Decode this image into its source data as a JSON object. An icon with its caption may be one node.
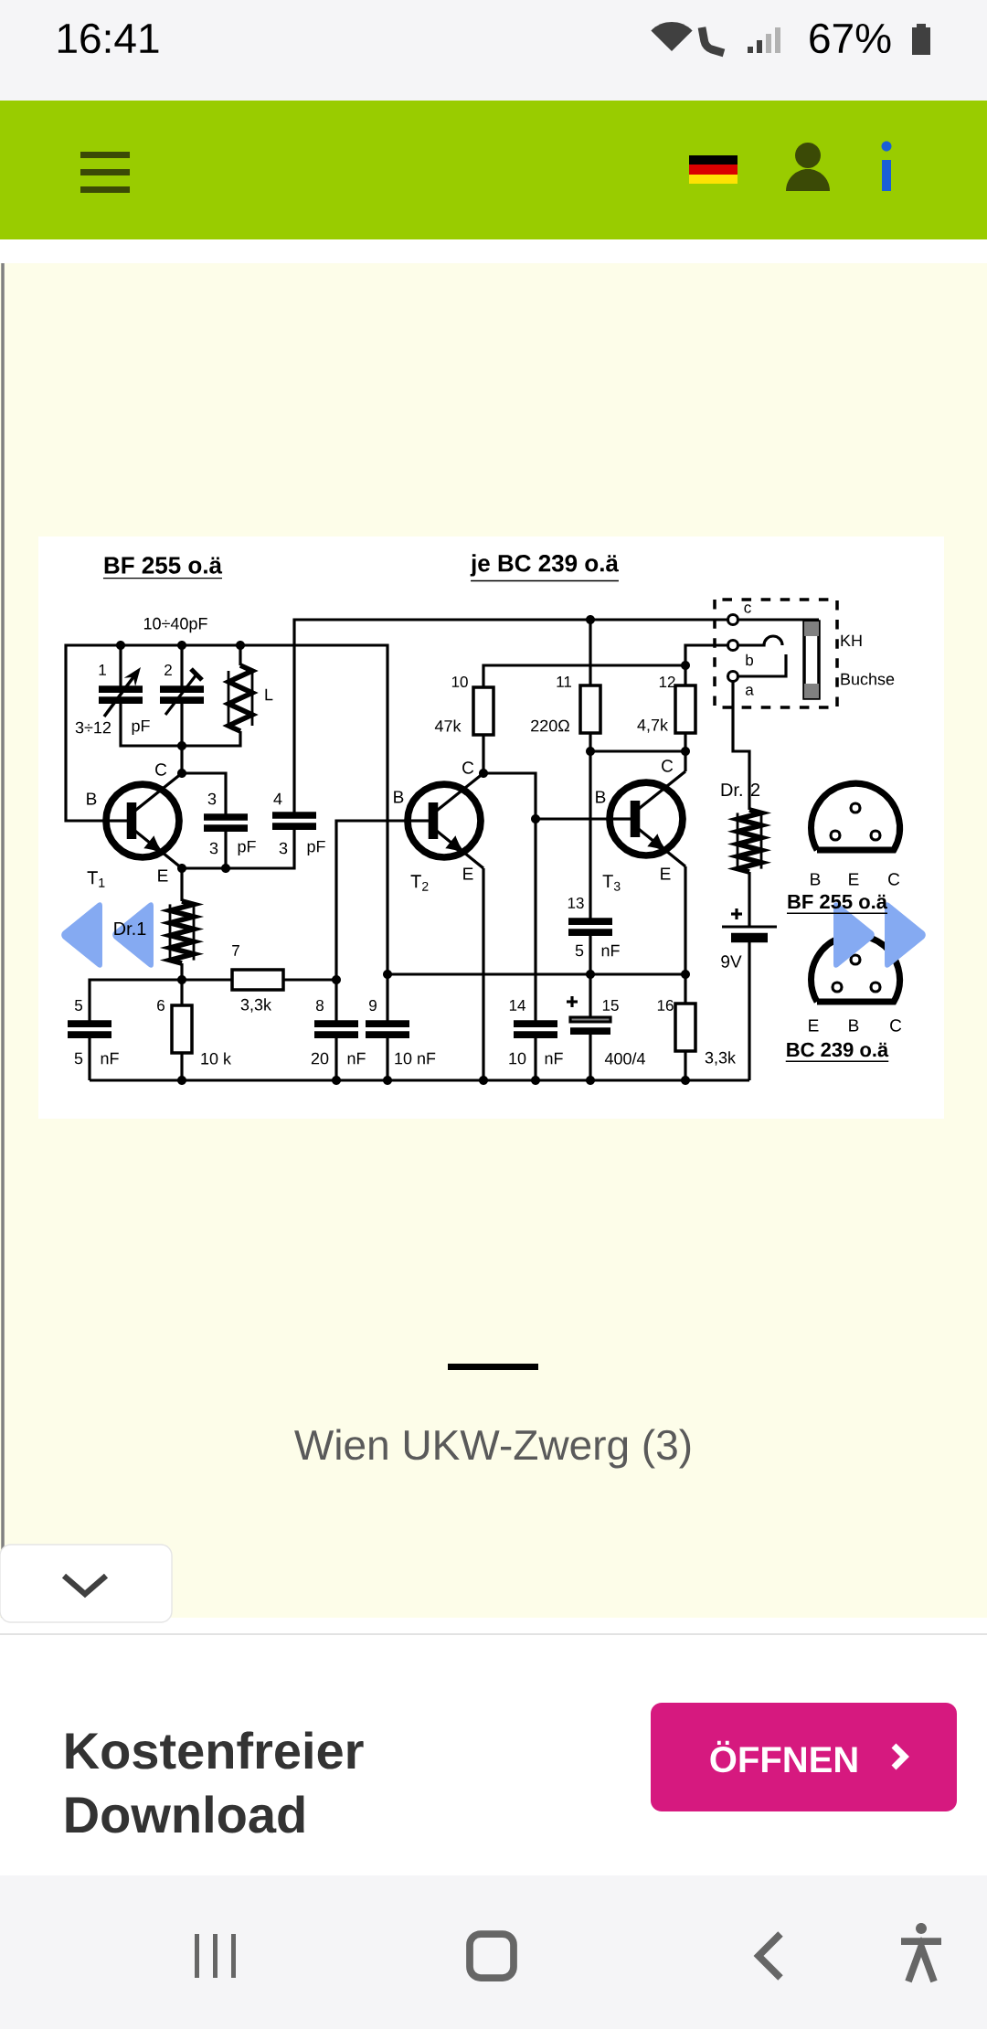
{
  "diagram": {
    "caption": "Wien UKW-Zwerg (3)",
    "labels": [
      "16:41",
      "67%",
      "BF 255 o.ä",
      "je BC 239 o.ä",
      "10÷40pF",
      "1",
      "2",
      "L",
      "3÷12",
      "pF",
      "10",
      "47k",
      "11",
      "220Ω",
      "12",
      "4,7k",
      "c",
      "b",
      "a",
      "KH Buchse",
      "C",
      "B",
      "3",
      "4",
      "3",
      "pF",
      "3",
      "pF",
      "T$_{1}$",
      "E",
      "C",
      "B",
      "E",
      "T$_{2}$",
      "C",
      "B",
      "E",
      "T$_{3}$",
      "Dr.1",
      "Dr. 2",
      "13",
      "5",
      "nF",
      "9V",
      "7",
      "5",
      "6",
      "3,3k",
      "8",
      "9",
      "14",
      "15",
      "16",
      "5",
      "nF",
      "10 k",
      "20",
      "nF",
      "10 nF",
      "10",
      "nF",
      "400/4",
      "3,3k",
      "B",
      "E",
      "C",
      "BF 255 o.ä",
      "E",
      "B",
      "C",
      "BC 239 o.ä",
      "Kostenfreier Download",
      "ÖFFNEN"
    ]
  }
}
